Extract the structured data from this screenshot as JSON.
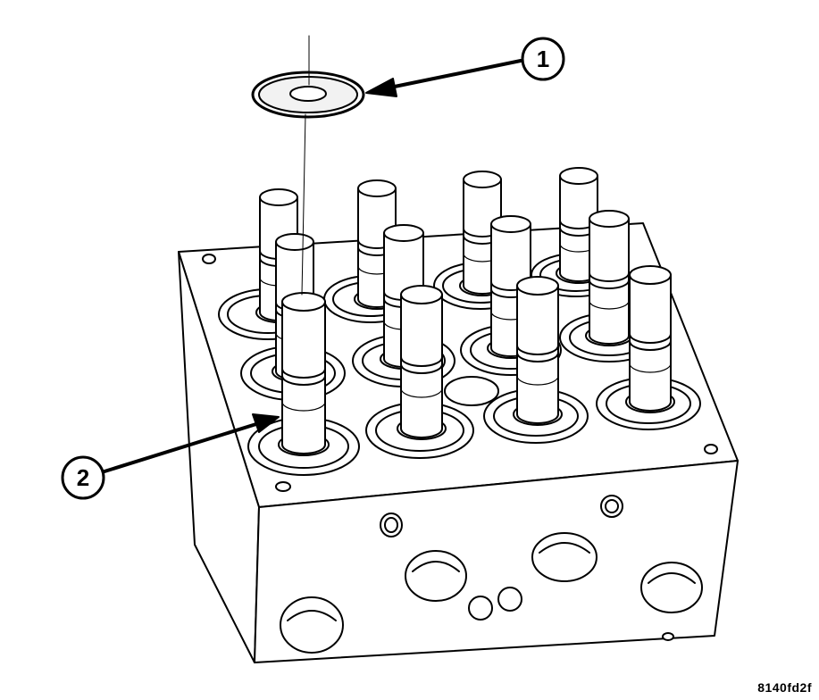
{
  "callouts": [
    {
      "label": "1"
    },
    {
      "label": "2"
    }
  ],
  "figure_code": "8140fd2f",
  "colors": {
    "line": "#000000",
    "fill": "#ffffff",
    "ring_fill": "#f2f2f2"
  }
}
